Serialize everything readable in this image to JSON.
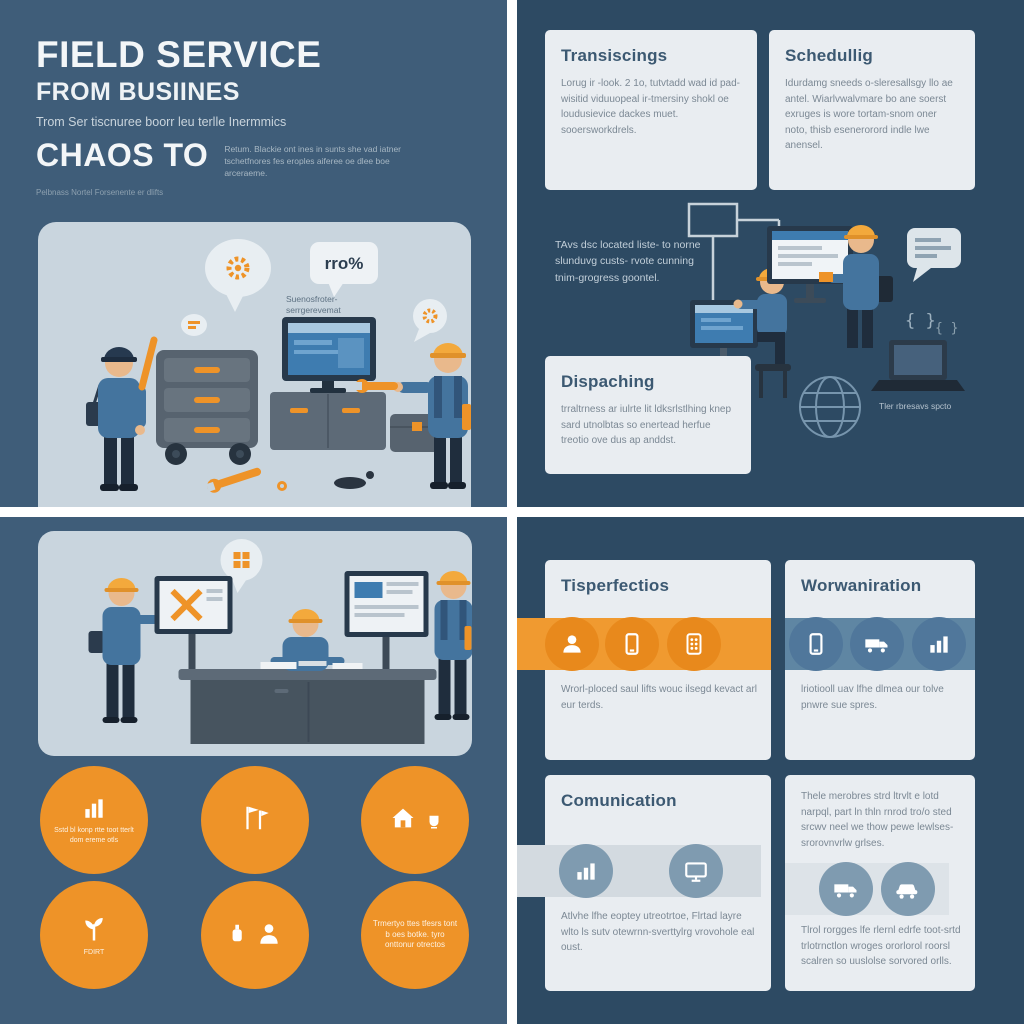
{
  "colors": {
    "left_panel_bg": "#3f5d79",
    "right_panel_bg": "#2d4a63",
    "card_bg": "#e9edf1",
    "illustration_bg": "#c9d5de",
    "accent_orange": "#ee9328",
    "accent_steel": "#5f86a3",
    "heading_text": "#3c5972",
    "body_text": "#7b8894"
  },
  "top_left": {
    "title_line1": "FIELD SERVICE",
    "title_line2": "FROM BUSIINES",
    "subtitle": "Trom Ser tiscnuree boorr leu terlle Inermmics",
    "title_line3": "CHAOS TO",
    "caption": "Retum. Blackie ont ines in sunts she vad iatner tschetfnores fes eroples aiferee oe dlee boe arceraeme.",
    "footnote": "Pelbnass Nortel  Forsenente er dlifts",
    "bubble_percent": "rro%",
    "bubble_label1": "Suenosfroter-",
    "bubble_label2": "serrgerevemat"
  },
  "top_right": {
    "cards": [
      {
        "title": "Transiscings",
        "body": "Lorug ir -look. 2 1o, tutvtadd wad id pad-wisitid viduuopeal ir-tmersiny shokl oe loudusievice dackes muet. sooersworkdrels."
      },
      {
        "title": "Schedullig",
        "body": "Idurdamg sneeds o-sleresallsgy llo ae antel. Wiarlvwalvmare bo ane soerst exruges is wore tortam-snom oner noto, thisb esenerorord indle lwe anensel."
      }
    ],
    "mid_text": "TAvs dsc located liste- to norne slunduvg custs- rvote cunning tnim-grogress goontel.",
    "dispatch": {
      "title": "Dispaching",
      "body": "trraltrness ar iulrte lit ldksrlstlhing knep sard utnolbtas so enertead herfue treotio ove dus ap anddst."
    },
    "laptop_caption": "Tler rbresavs spcto"
  },
  "bottom_left": {
    "circles": [
      {
        "icon": "bar-chart-icon",
        "text": "Sstd bl konp rtte toot tterlt dom ereme otls"
      },
      {
        "icon": "flags-icon",
        "text": ""
      },
      {
        "icon": "house-icon",
        "text": ""
      },
      {
        "icon": "plant-icon",
        "text": "FDIRT"
      },
      {
        "icon": "bottle-person-icon",
        "text": ""
      },
      {
        "icon": "note-icon",
        "text": "Trmertyo ttes tfesrs tont b oes botke. tyro onttonur otrectos"
      }
    ]
  },
  "bottom_right": {
    "cards": [
      {
        "title": "Tisperfectios",
        "body": "Wrorl-ploced saul lifts wouc ilsegd kevact arl eur terds.",
        "icons": [
          "person-icon",
          "mobile-icon",
          "apps-icon"
        ],
        "band_color": "#f09a30"
      },
      {
        "title": "Worwaniration",
        "body": "lriotiooll uav lfhe dlmea our tolve pnwre sue spres.",
        "icons": [
          "mobile-icon",
          "truck-icon",
          "bar-chart-icon"
        ],
        "band_color": "#5f86a3"
      },
      {
        "title": "Comunication",
        "body": "Atlvhe lfhe eoptey utreotrtoe, Flrtad layre wlto ls sutv otewrnn-sverttylrg vrovohole eal oust.",
        "icons": [
          "bar-chart-icon",
          "monitor-icon"
        ],
        "band_color": "#d3dae0"
      },
      {
        "title": "",
        "body_top": "Thele merobres strd ltrvlt e lotd narpql, part ln thln rnrod tro/o sted srcwv neel we thow pewe lewlses- srorovnvrlw grlses.",
        "body_bottom": "Tlrol rorgges lfe rlernl edrfe toot-srtd trlotrnctlon wroges ororlorol roorsl scalren so uuslolse sorvored orlls.",
        "icons": [
          "truck-icon",
          "car-icon"
        ],
        "band_color": "#dde3e8"
      }
    ]
  }
}
